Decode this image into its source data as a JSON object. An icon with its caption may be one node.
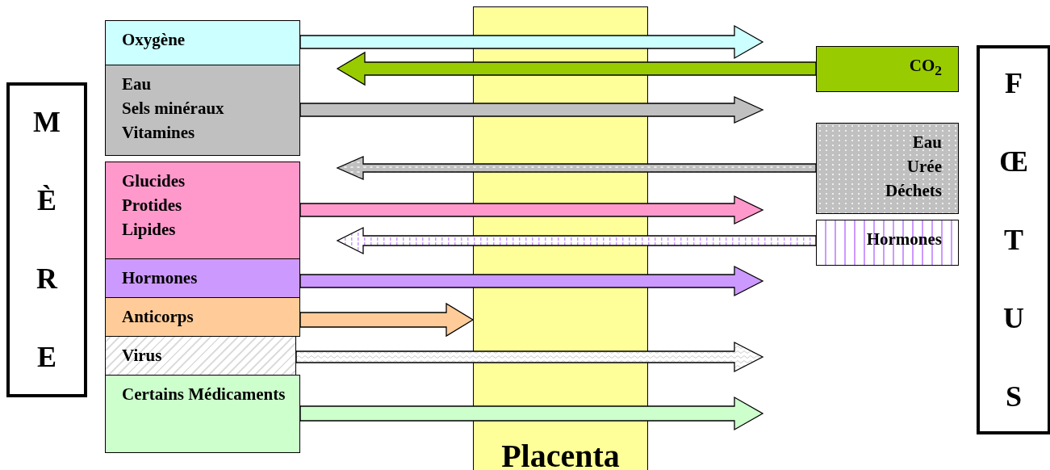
{
  "diagram": {
    "nodes": [
      {
        "text": [
          "MÈRE"
        ]
      },
      {
        "text": [
          "Placenta"
        ]
      },
      {
        "text": [
          "Oxygène"
        ]
      },
      {
        "text": [
          "Eau",
          "Sels minéraux",
          "Vitamines"
        ]
      },
      {
        "text": [
          "Glucides",
          "Protides",
          "Lipides"
        ]
      },
      {
        "text": [
          "Hormones"
        ]
      },
      {
        "text": [
          "Anticorps"
        ]
      },
      {
        "text": [
          "Virus"
        ]
      },
      {
        "text": [
          "Certains Médicaments"
        ]
      },
      {
        "text": [
          "CO$_{2}$"
        ]
      },
      {
        "text": [
          "Eau",
          "Urée",
          "Déchets"
        ]
      },
      {
        "text": [
          "Hormones"
        ]
      },
      {
        "text": [
          "FŒTUS"
        ]
      }
    ],
    "edges": [
      {
        "from": 2,
        "to": null,
        "arrow": "to",
        "color": "#ccffff"
      },
      {
        "from": 9,
        "to": null,
        "arrow": "to",
        "color": "#99cc00"
      },
      {
        "from": 3,
        "to": null,
        "arrow": "to",
        "color": "#c0c0c0"
      },
      {
        "from": 10,
        "to": null,
        "arrow": "to",
        "color": "#c0c0c0"
      },
      {
        "from": 4,
        "to": null,
        "arrow": "to",
        "color": "#ff99cc"
      },
      {
        "from": 11,
        "to": null,
        "arrow": "to",
        "color": "#ffffff"
      },
      {
        "from": 5,
        "to": null,
        "arrow": "to",
        "color": "#cc99ff"
      },
      {
        "from": 6,
        "to": 1,
        "arrow": "to",
        "color": "#ffcc99"
      },
      {
        "from": 7,
        "to": null,
        "arrow": "to",
        "color": "#ffffff"
      },
      {
        "from": 8,
        "to": null,
        "arrow": "to",
        "color": "#ccffcc"
      }
    ]
  }
}
